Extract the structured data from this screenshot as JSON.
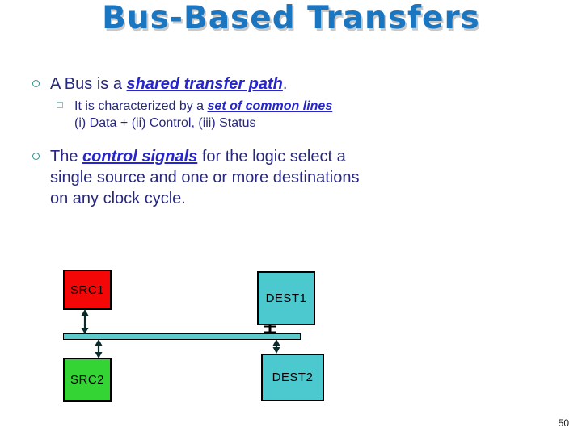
{
  "slide": {
    "title": "Bus-Based Transfers",
    "page_number": "50"
  },
  "colors": {
    "title_blue": "#1B76C2",
    "body_navy": "#28287E",
    "emphasis_blue": "#2626CC",
    "src1_red": "#F40707",
    "src2_green": "#35D435",
    "dest_teal": "#4CC9CF",
    "bus_teal": "#5CCACA"
  },
  "markers": {
    "level1_icon": "circle-outline-bullet",
    "level2_icon": "square-outline-bullet"
  },
  "bullets": {
    "b1": {
      "segments": [
        {
          "text": "A Bus is a "
        },
        {
          "text": "shared transfer path",
          "em": true
        },
        {
          "text": "."
        }
      ]
    },
    "sub": {
      "lines": [
        [
          {
            "text": "It is characterized by a "
          },
          {
            "text": "set of common lines",
            "em": true
          }
        ],
        [
          {
            "text": "(i) Data + (ii) Control, (iii) Status"
          }
        ]
      ]
    },
    "b2": {
      "lines": [
        [
          {
            "text": "The "
          },
          {
            "text": "control signals",
            "em": true
          },
          {
            "text": " for the logic select a"
          }
        ],
        [
          {
            "text": "single source and one or more destinations"
          }
        ],
        [
          {
            "text": "on any clock cycle."
          }
        ]
      ]
    }
  },
  "diagram": {
    "boxes": [
      {
        "label": "SRC1",
        "color_key": "src1_red"
      },
      {
        "label": "DEST1",
        "color_key": "dest_teal"
      },
      {
        "label": "SRC2",
        "color_key": "src2_green"
      },
      {
        "label": "DEST2",
        "color_key": "dest_teal"
      }
    ],
    "bus_color_key": "bus_teal",
    "connector_icons": [
      "double-arrow-icon",
      "ibeam-connector-icon",
      "double-arrow-icon",
      "double-arrow-icon"
    ]
  }
}
